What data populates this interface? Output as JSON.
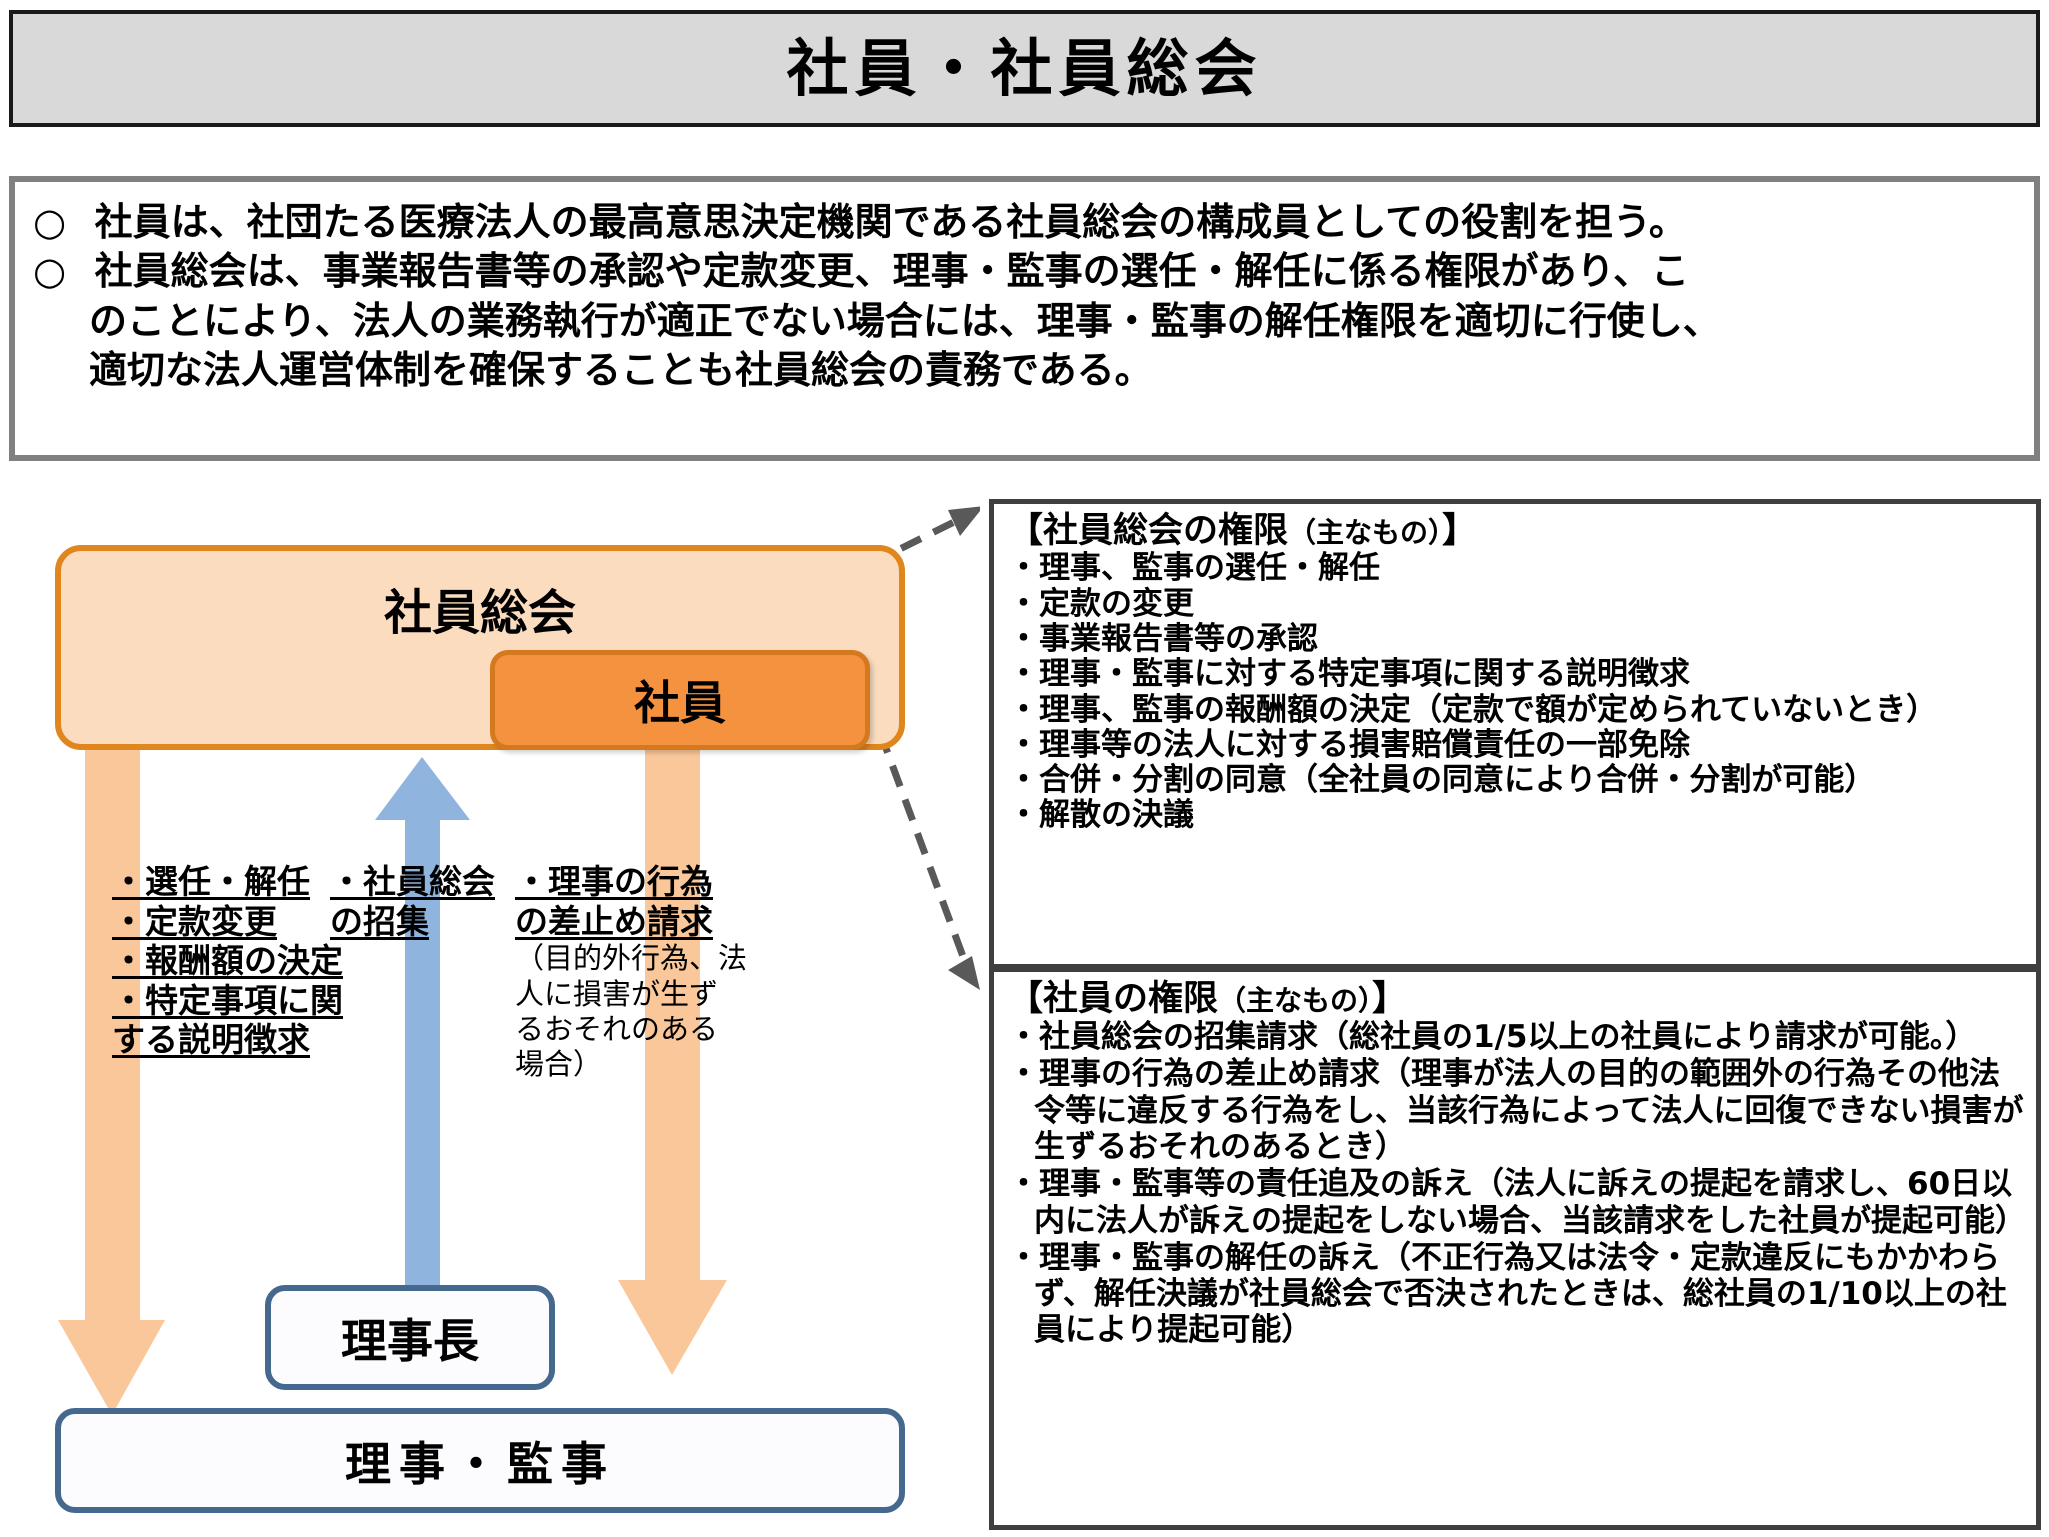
{
  "title": "社員・社員総会",
  "description": {
    "line1_bullet": "○",
    "line1": "社員は、社団たる医療法人の最高意思決定機関である社員総会の構成員としての役割を担う。",
    "line2_bullet": "○",
    "line2": "社員総会は、事業報告書等の承認や定款変更、理事・監事の選任・解任に係る権限があり、こ",
    "line3": "のことにより、法人の業務執行が適正でない場合には、理事・監事の解任権限を適切に行使し、",
    "line4": "適切な法人運営体制を確保することも社員総会の責務である。"
  },
  "diagram": {
    "soukai_box_label": "社員総会",
    "shain_box_label": "社員",
    "rijicho_box_label": "理事長",
    "riji_kanji_box_label": "理事・監事",
    "arrow_left_caption": [
      "・選任・解任",
      "・定款変更",
      "・報酬額の決定",
      "・特定事項に関",
      "する説明徴求"
    ],
    "arrow_mid_caption": [
      "・社員総会",
      "の招集"
    ],
    "arrow_right_caption": [
      "・理事の行為",
      "の差止め請求"
    ],
    "arrow_right_sub": [
      "（目的外行為、法",
      "人に損害が生ず",
      "るおそれのある",
      "場合）"
    ]
  },
  "panel_soukai_kengen": {
    "title_main": "【社員総会の権限",
    "title_small": "（主なもの）",
    "title_close": "】",
    "items": [
      "・理事、監事の選任・解任",
      "・定款の変更",
      "・事業報告書等の承認",
      "・理事・監事に対する特定事項に関する説明徴求",
      "・理事、監事の報酬額の決定（定款で額が定められていないとき）",
      "・理事等の法人に対する損害賠償責任の一部免除",
      "・合併・分割の同意（全社員の同意により合併・分割が可能）",
      "・解散の決議"
    ]
  },
  "panel_shain_kengen": {
    "title_main": "【社員の権限",
    "title_small": "（主なもの）",
    "title_close": "】",
    "items": [
      {
        "lead": "・社員総会の招集請求（総社員の1/5以上の社員により請求が",
        "rest": "可能。）"
      },
      {
        "lead": "・理事の行為の差止め請求（理事が法人の目的の範囲外の行為",
        "rest": "その他法令等に違反する行為をし、当該行為によって法人に回復できない損害が生ずるおそれのあるとき）"
      },
      {
        "lead": "・理事・監事等の責任追及の訴え（法人に訴えの提起を請求し、",
        "rest": "60日以内に法人が訴えの提起をしない場合、当該請求をした社員が提起可能）"
      },
      {
        "lead": "・理事・監事の解任の訴え（不正行為又は法令・定款違反にもか",
        "rest": "かわらず、解任決議が社員総会で否決されたときは、総社員の1/10以上の社員により提起可能）"
      }
    ]
  },
  "colors": {
    "banner_bg": "#D9D9D9",
    "frame_gray": "#808080",
    "soukai_fill": "#FBDCBF",
    "soukai_border": "#E0861F",
    "shain_fill": "#F4923F",
    "shain_border": "#D5791E",
    "blue_arrow": "#8FB4DE",
    "orange_arrow": "#FAC79A",
    "box_blue_border": "#45688E",
    "dashed_gray": "#595959"
  }
}
